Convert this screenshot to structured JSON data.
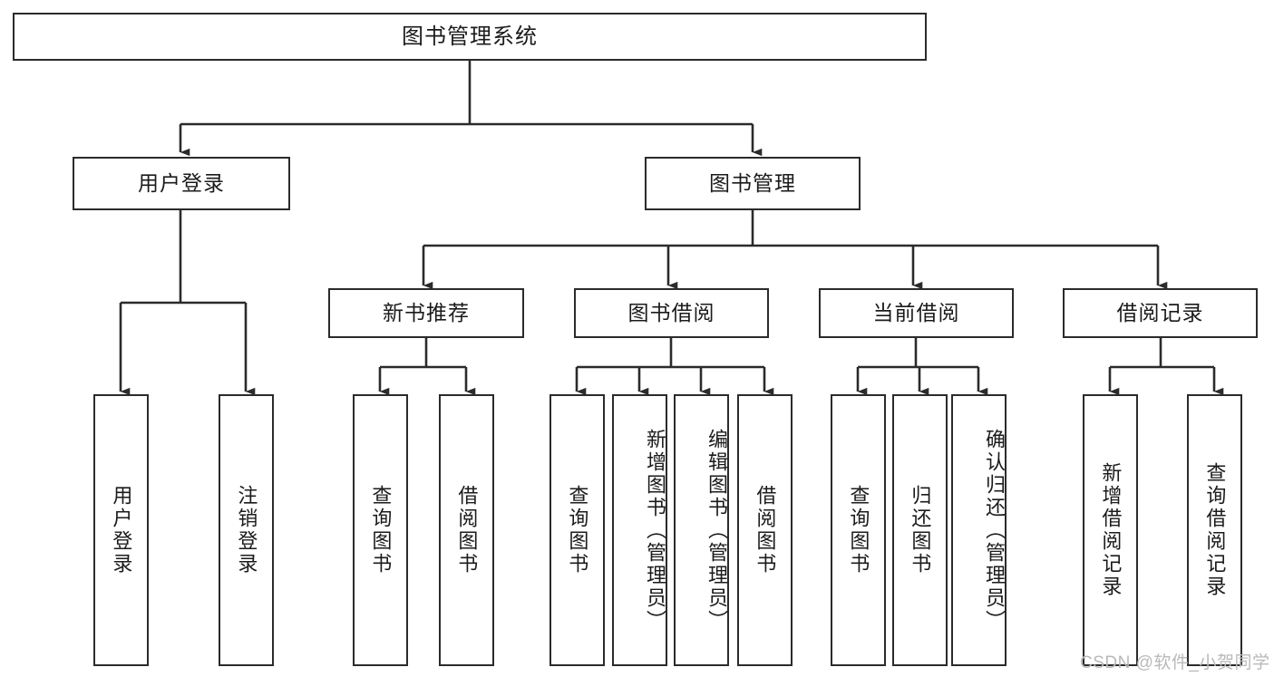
{
  "diagram": {
    "title": "图书管理系统",
    "type": "hierarchy-tree",
    "watermark": "CSDN @软件_小贺同学",
    "colors": {
      "stroke": "#2b2b2b",
      "fill": "#ffffff",
      "text": "#1b1b1b",
      "watermark": "#b9b9b9"
    },
    "root": {
      "label": "图书管理系统"
    },
    "level2": [
      {
        "id": "user-login",
        "label": "用户登录"
      },
      {
        "id": "book-manage",
        "label": "图书管理"
      }
    ],
    "level3": [
      {
        "id": "new-book-recommend",
        "label": "新书推荐"
      },
      {
        "id": "book-borrow",
        "label": "图书借阅"
      },
      {
        "id": "current-borrow",
        "label": "当前借阅"
      },
      {
        "id": "borrow-record",
        "label": "借阅记录"
      }
    ],
    "leaves": {
      "user_login": [
        {
          "id": "leaf-user-login",
          "label": "用户登录"
        },
        {
          "id": "leaf-logout-login",
          "label": "注销登录"
        }
      ],
      "new_book_recommend": [
        {
          "id": "leaf-query-book-1",
          "label": "查询图书"
        },
        {
          "id": "leaf-borrow-book-1",
          "label": "借阅图书"
        }
      ],
      "book_borrow": [
        {
          "id": "leaf-query-book-2",
          "label": "查询图书"
        },
        {
          "id": "leaf-add-book",
          "label": "新增图书（管理员）"
        },
        {
          "id": "leaf-edit-book",
          "label": "编辑图书（管理员）"
        },
        {
          "id": "leaf-borrow-book-2",
          "label": "借阅图书"
        }
      ],
      "current_borrow": [
        {
          "id": "leaf-query-book-3",
          "label": "查询图书"
        },
        {
          "id": "leaf-return-book",
          "label": "归还图书"
        },
        {
          "id": "leaf-confirm-return",
          "label": "确认归还（管理员）"
        }
      ],
      "borrow_record": [
        {
          "id": "leaf-add-record",
          "label": "新增借阅记录"
        },
        {
          "id": "leaf-query-record",
          "label": "查询借阅记录"
        }
      ]
    }
  }
}
